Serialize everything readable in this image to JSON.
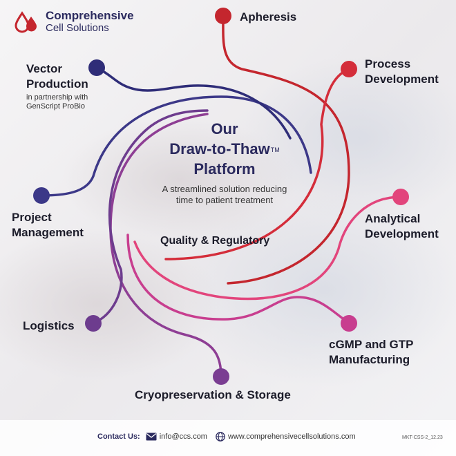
{
  "brand": {
    "name_line1": "Comprehensive",
    "name_line2": "Cell Solutions",
    "colors": {
      "navy": "#2b2a5e",
      "red": "#c4262e",
      "magenta": "#e2457c",
      "purple": "#7a3d92",
      "pink": "#c83e8f"
    }
  },
  "center": {
    "title_line1": "Our",
    "title_line2": "Draw-to-Thaw",
    "trademark": "TM",
    "title_line3": "Platform",
    "subtitle_line1": "A streamlined solution reducing",
    "subtitle_line2": "time to patient treatment",
    "quality_label": "Quality & Regulatory"
  },
  "nodes": {
    "apheresis": "Apheresis",
    "process_line1": "Process",
    "process_line2": "Development",
    "analytical_line1": "Analytical",
    "analytical_line2": "Development",
    "cgmp_line1": "cGMP and GTP",
    "cgmp_line2": "Manufacturing",
    "cryo": "Cryopreservation & Storage",
    "logistics": "Logistics",
    "project_line1": "Project",
    "project_line2": "Management",
    "vector_line1": "Vector",
    "vector_line2": "Production",
    "vector_sub_line1": "in partnership with",
    "vector_sub_line2": "GenScript ProBio"
  },
  "footer": {
    "contact_label": "Contact Us:",
    "email": "info@ccs.com",
    "website": "www.comprehensivecellsolutions.com",
    "code": "MKT-CSS-2_12.23"
  },
  "icons": [
    "blood-drop-logo-icon",
    "envelope-icon",
    "globe-icon"
  ]
}
